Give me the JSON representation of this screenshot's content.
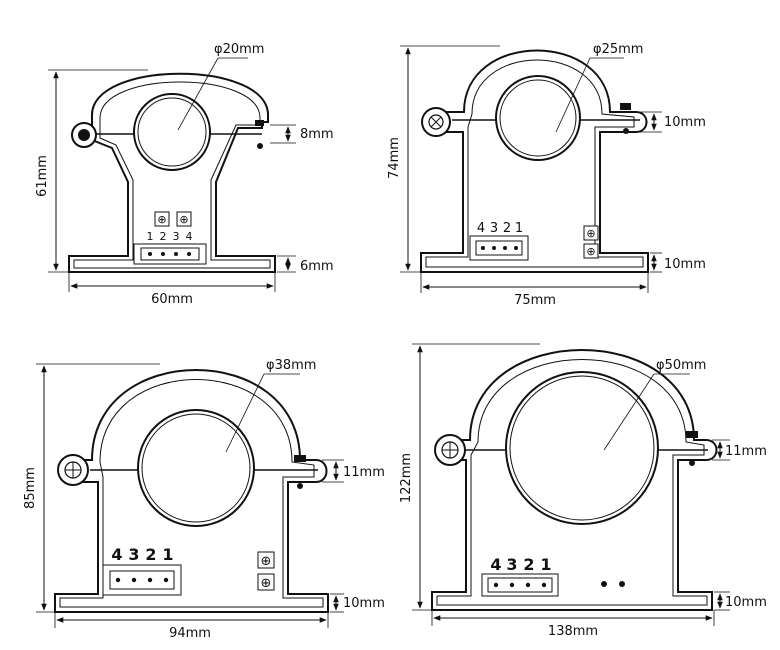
{
  "sensors": [
    {
      "id": "a",
      "diameter": "φ20mm",
      "height": "61mm",
      "width": "60mm",
      "gap": "8mm",
      "base": "6mm",
      "pin_numbers": [
        "1",
        "2",
        "3",
        "4"
      ]
    },
    {
      "id": "b",
      "diameter": "φ25mm",
      "height": "74mm",
      "width": "75mm",
      "gap": "10mm",
      "base": "10mm",
      "pin_numbers": [
        "4",
        "3",
        "2",
        "1"
      ]
    },
    {
      "id": "c",
      "diameter": "φ38mm",
      "height": "85mm",
      "width": "94mm",
      "gap": "11mm",
      "base": "10mm",
      "pin_numbers": [
        "4",
        "3",
        "2",
        "1"
      ]
    },
    {
      "id": "d",
      "diameter": "φ50mm",
      "height": "122mm",
      "width": "138mm",
      "gap": "11mm",
      "base": "10mm",
      "pin_numbers": [
        "4",
        "3",
        "2",
        "1"
      ]
    }
  ],
  "colors": {
    "line": "#111111",
    "background": "#ffffff"
  }
}
